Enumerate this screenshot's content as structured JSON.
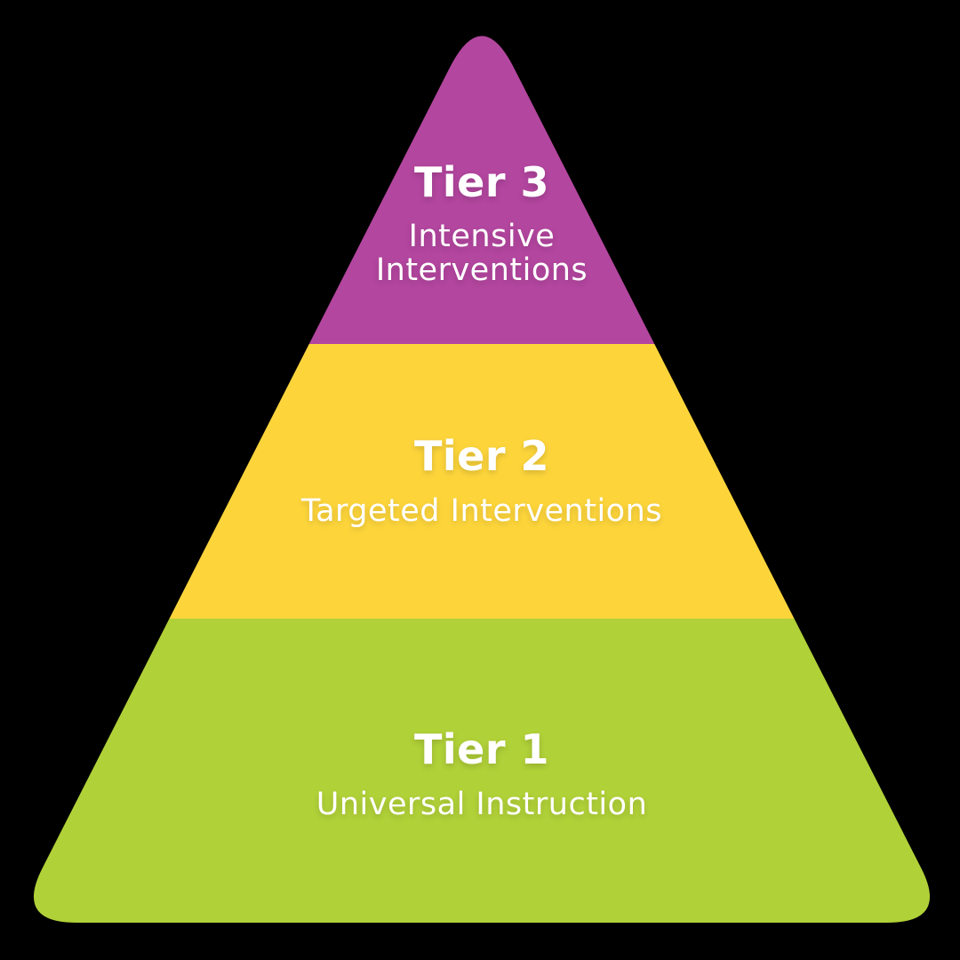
{
  "canvas": {
    "background_color": "#000000"
  },
  "pyramid": {
    "text_color": "#ffffff",
    "tiers": [
      {
        "name": "tier-3",
        "level": "top",
        "title": "Tier 3",
        "subtitle": "Intensive Interventions",
        "color": "#b3469f"
      },
      {
        "name": "tier-2",
        "level": "middle",
        "title": "Tier 2",
        "subtitle": "Targeted Interventions",
        "color": "#fdd53b"
      },
      {
        "name": "tier-1",
        "level": "bottom",
        "title": "Tier 1",
        "subtitle": "Universal Instruction",
        "color": "#b1d138"
      }
    ]
  }
}
